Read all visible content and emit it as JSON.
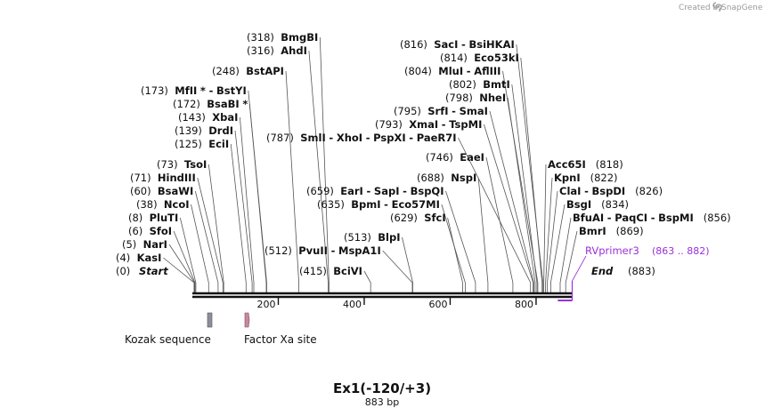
{
  "header": {
    "credit": "Created by",
    "brand": "SnapGene"
  },
  "map": {
    "title": "Ex1(-120/+3)",
    "subtitle": "883 bp",
    "length": 883,
    "ticks": [
      "200",
      "400",
      "600",
      "800"
    ],
    "tick_values": [
      200,
      400,
      600,
      800
    ],
    "primer": {
      "name": "RVprimer3",
      "range": "(863 .. 882)",
      "start": 863,
      "end": 882,
      "color": "#9b30d9"
    },
    "start_label": {
      "pos": "(0)",
      "name": "Start"
    },
    "end_label": {
      "pos": "(883)",
      "name": "End"
    }
  },
  "features": [
    {
      "name": "Kozak sequence",
      "color": "#8a8f99"
    },
    {
      "name": "Factor Xa site",
      "color": "#c9879b"
    }
  ],
  "sites": [
    {
      "pos": "(4)",
      "names": [
        "KasI"
      ],
      "site": 4
    },
    {
      "pos": "(5)",
      "names": [
        "NarI"
      ],
      "site": 5
    },
    {
      "pos": "(6)",
      "names": [
        "SfoI"
      ],
      "site": 6
    },
    {
      "pos": "(8)",
      "names": [
        "PluTI"
      ],
      "site": 8
    },
    {
      "pos": "(38)",
      "names": [
        "NcoI"
      ],
      "site": 38
    },
    {
      "pos": "(60)",
      "names": [
        "BsaWI"
      ],
      "site": 60
    },
    {
      "pos": "(71)",
      "names": [
        "HindIII"
      ],
      "site": 71
    },
    {
      "pos": "(73)",
      "names": [
        "TsoI"
      ],
      "site": 73
    },
    {
      "pos": "(125)",
      "names": [
        "EciI"
      ],
      "site": 125
    },
    {
      "pos": "(139)",
      "names": [
        "DrdI"
      ],
      "site": 139
    },
    {
      "pos": "(143)",
      "names": [
        "XbaI"
      ],
      "site": 143
    },
    {
      "pos": "(172)",
      "names": [
        "BsaBI",
        "*"
      ],
      "site": 172
    },
    {
      "pos": "(173)",
      "names": [
        "MfII",
        "*",
        "-",
        "BstYI"
      ],
      "site": 173
    },
    {
      "pos": "(248)",
      "names": [
        "BstAPI"
      ],
      "site": 248
    },
    {
      "pos": "(316)",
      "names": [
        "AhdI"
      ],
      "site": 316
    },
    {
      "pos": "(318)",
      "names": [
        "BmgBI"
      ],
      "site": 318
    },
    {
      "pos": "(787)",
      "names": [
        "SmlI",
        "-",
        "XhoI",
        "-",
        "PspXI",
        "-",
        "PaeR7I"
      ],
      "site": 787
    },
    {
      "pos": "(793)",
      "names": [
        "XmaI",
        "-",
        "TspMI"
      ],
      "site": 793
    },
    {
      "pos": "(795)",
      "names": [
        "SrfI",
        "-",
        "SmaI"
      ],
      "site": 795
    },
    {
      "pos": "(798)",
      "names": [
        "NheI"
      ],
      "site": 798
    },
    {
      "pos": "(802)",
      "names": [
        "BmtI"
      ],
      "site": 802
    },
    {
      "pos": "(804)",
      "names": [
        "MluI",
        "-",
        "AflIII"
      ],
      "site": 804
    },
    {
      "pos": "(814)",
      "names": [
        "Eco53kI"
      ],
      "site": 814
    },
    {
      "pos": "(816)",
      "names": [
        "SacI",
        "-",
        "BsiHKAI"
      ],
      "site": 816
    },
    {
      "pos": "(746)",
      "names": [
        "EaeI"
      ],
      "site": 746
    },
    {
      "pos": "(688)",
      "names": [
        "NspI"
      ],
      "site": 688
    },
    {
      "pos": "(659)",
      "names": [
        "EarI",
        "-",
        "SapI",
        "-",
        "BspQI"
      ],
      "site": 659
    },
    {
      "pos": "(635)",
      "names": [
        "BpmI",
        "-",
        "Eco57MI"
      ],
      "site": 635
    },
    {
      "pos": "(629)",
      "names": [
        "SfcI"
      ],
      "site": 629
    },
    {
      "pos": "(513)",
      "names": [
        "BlpI"
      ],
      "site": 513
    },
    {
      "pos": "(512)",
      "names": [
        "PvuII",
        "-",
        "MspA1I"
      ],
      "site": 512
    },
    {
      "pos": "(415)",
      "names": [
        "BciVI"
      ],
      "site": 415
    },
    {
      "pos": "(818)",
      "names": [
        "Acc65I"
      ],
      "site": 818
    },
    {
      "pos": "(822)",
      "names": [
        "KpnI"
      ],
      "site": 822
    },
    {
      "pos": "(826)",
      "names": [
        "ClaI",
        "-",
        "BspDI"
      ],
      "site": 826
    },
    {
      "pos": "(834)",
      "names": [
        "BsgI"
      ],
      "site": 834
    },
    {
      "pos": "(856)",
      "names": [
        "BfuAI",
        "-",
        "PaqCI",
        "-",
        "BspMI"
      ],
      "site": 856
    },
    {
      "pos": "(869)",
      "names": [
        "BmrI"
      ],
      "site": 869
    }
  ]
}
